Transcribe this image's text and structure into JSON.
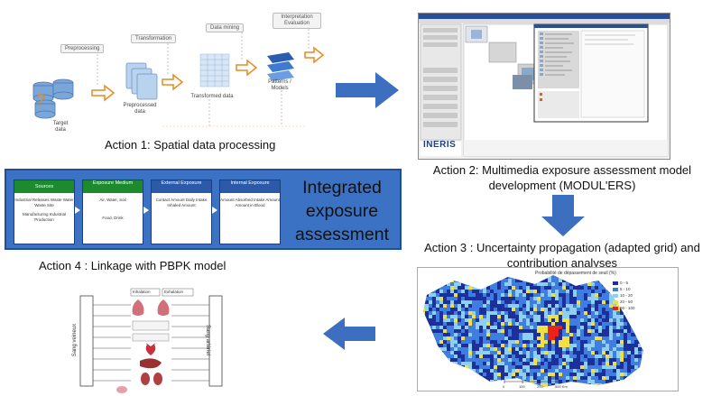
{
  "captions": {
    "action1": "Action 1: Spatial data processing",
    "action2": "Action 2: Multimedia exposure assessment model development (MODUL'ERS)",
    "action3": "Action 3 : Uncertainty propagation (adapted grid) and contribution analyses",
    "action4": "Action 4 : Linkage with PBPK model"
  },
  "pipeline": {
    "steps": [
      {
        "tag": "Preprocessing",
        "label": "Target data"
      },
      {
        "tag": "Transformation",
        "label": "Preprocessed data"
      },
      {
        "tag": "Data mining",
        "label": "Transformed data"
      },
      {
        "tag": "Interpretation Evaluation",
        "label": "Patterns / Models"
      }
    ]
  },
  "integrated": {
    "title": "Integrated exposure assessment",
    "stages": [
      {
        "head": "Sources",
        "items": [
          "Industrial Releases Waste Water Waste Site",
          "Manufacturing Industrial Production"
        ],
        "color": "#1e8a2e"
      },
      {
        "head": "Exposure Medium",
        "items": [
          "Air, Water, Soil",
          "Food, Drink"
        ],
        "color": "#1e8a2e"
      },
      {
        "head": "External Exposure",
        "items": [
          "Contact Amount Daily Intake Inhaled Amount"
        ],
        "color": "#2a5aa8"
      },
      {
        "head": "Internal Exposure",
        "items": [
          "Amount Absorbed Intake Amount Amount in Blood"
        ],
        "color": "#2a5aa8"
      }
    ]
  },
  "software": {
    "logo": "INERIS"
  },
  "map": {
    "title": "Probabilité de dépassement de seuil (%)",
    "legend": [
      {
        "label": "0 - 5",
        "color": "#1d2f9a"
      },
      {
        "label": "5 - 10",
        "color": "#3f7ee0"
      },
      {
        "label": "10 - 20",
        "color": "#8fd0f0"
      },
      {
        "label": "20 - 50",
        "color": "#f0e040"
      },
      {
        "label": "50 - 100",
        "color": "#e8231a"
      }
    ],
    "scale_labels": [
      "0",
      "100",
      "200",
      "500 Km"
    ]
  },
  "pbpk": {
    "top_labels": [
      "Inhalation",
      "Exhalation"
    ],
    "left_label": "Sang veineux",
    "right_label": "Sang artériel"
  }
}
